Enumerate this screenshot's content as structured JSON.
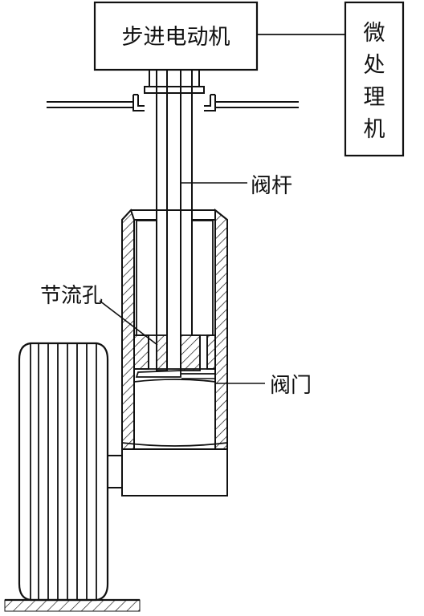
{
  "labels": {
    "motor": "步进电动机",
    "processor": [
      "微",
      "处",
      "理",
      "机"
    ],
    "valve_rod": "阀杆",
    "orifice": "节流孔",
    "valve": "阀门"
  }
}
